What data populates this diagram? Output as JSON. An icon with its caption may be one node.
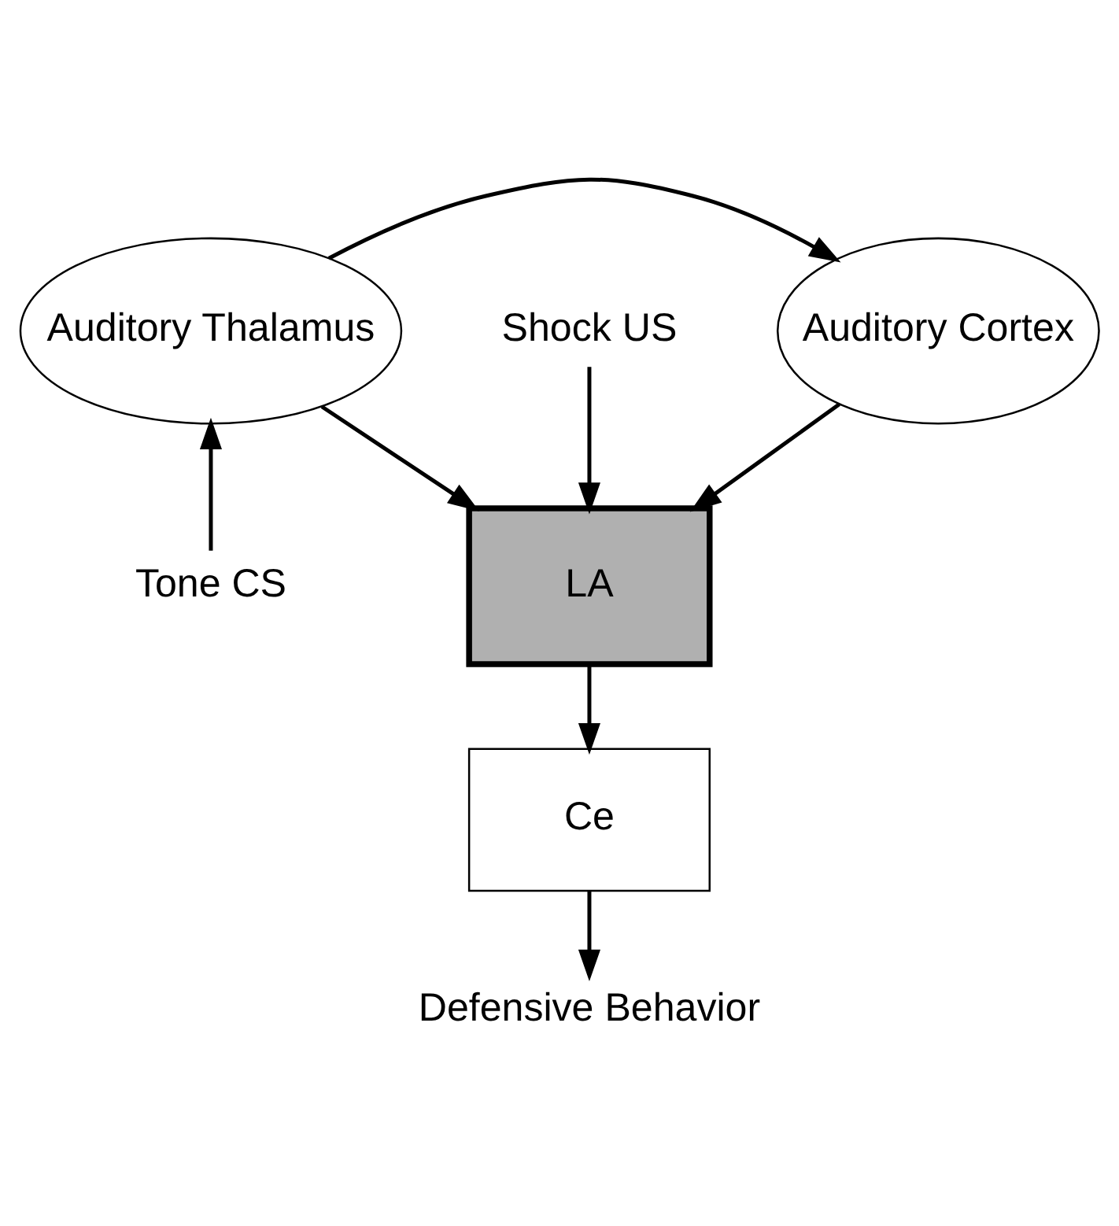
{
  "diagram": {
    "nodes": [
      {
        "text": [
          "Auditory Thalamus"
        ]
      },
      {
        "text": [
          "Auditory Cortex"
        ]
      },
      {
        "text": [
          "LA"
        ]
      },
      {
        "text": [
          "Ce"
        ]
      },
      {
        "text": [
          "Tone CS"
        ]
      },
      {
        "text": [
          "Shock US"
        ]
      },
      {
        "text": [
          "Defensive Behavior"
        ]
      }
    ],
    "edges": [
      {
        "from": 0,
        "to": 1,
        "arrow": "to"
      },
      {
        "from": 4,
        "to": 0,
        "arrow": "to"
      },
      {
        "from": 0,
        "to": 2,
        "arrow": "to"
      },
      {
        "from": 1,
        "to": 2,
        "arrow": "to"
      },
      {
        "from": 5,
        "to": 2,
        "arrow": "to"
      },
      {
        "from": 2,
        "to": 3,
        "arrow": "to"
      },
      {
        "from": 3,
        "to": 6,
        "arrow": "to"
      }
    ]
  }
}
